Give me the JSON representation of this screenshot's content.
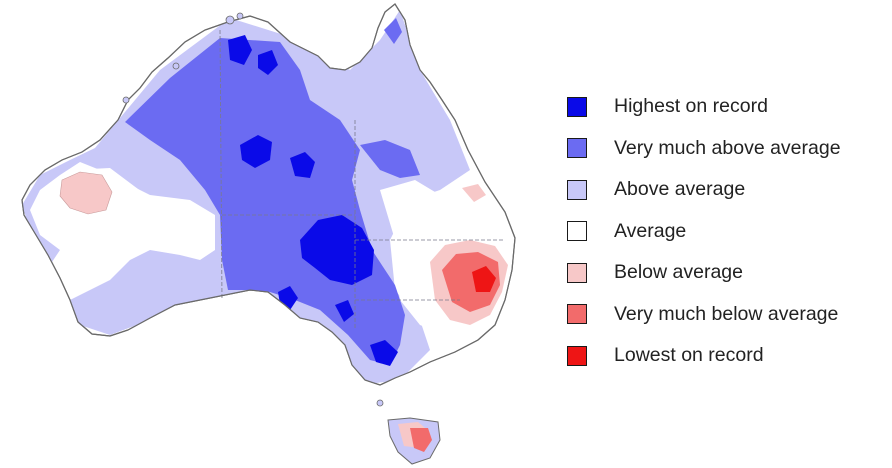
{
  "legend": {
    "items": [
      {
        "key": "highest",
        "label": "Highest on record",
        "color": "#0a0ae8"
      },
      {
        "key": "very-much-above",
        "label": "Very much above average",
        "color": "#6b6bf2"
      },
      {
        "key": "above",
        "label": "Above average",
        "color": "#c8c8f8"
      },
      {
        "key": "average",
        "label": "Average",
        "color": "#ffffff"
      },
      {
        "key": "below",
        "label": "Below average",
        "color": "#f7c8c8"
      },
      {
        "key": "very-much-below",
        "label": "Very much below average",
        "color": "#f26b6b"
      },
      {
        "key": "lowest",
        "label": "Lowest on record",
        "color": "#ee1515"
      }
    ]
  },
  "map": {
    "region": "Australia",
    "categories_shown": [
      "highest",
      "very-much-above",
      "above",
      "average",
      "below",
      "very-much-below",
      "lowest"
    ]
  }
}
